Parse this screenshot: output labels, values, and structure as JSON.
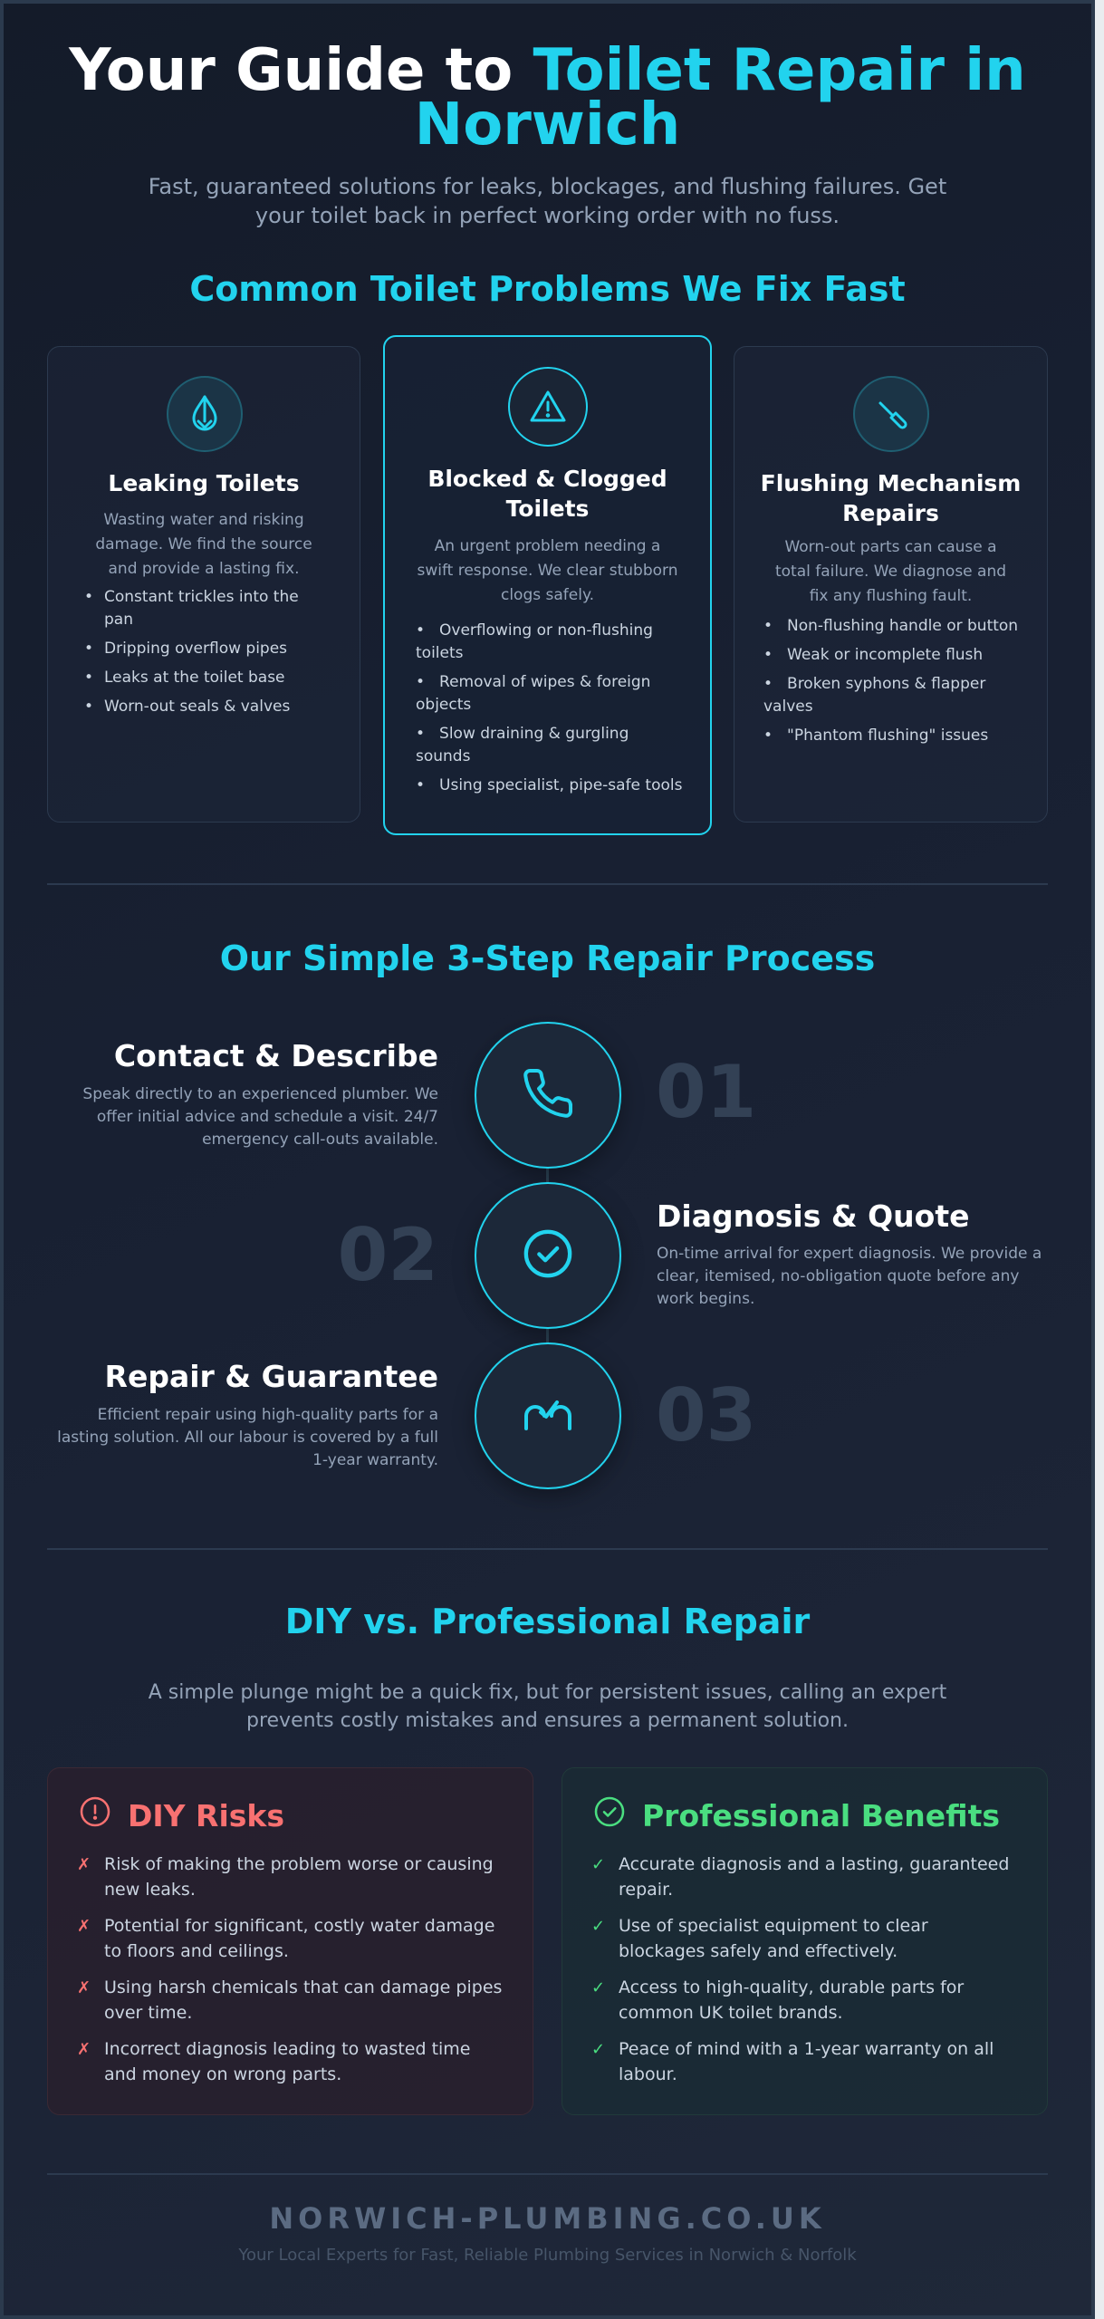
{
  "header": {
    "title_plain": "Your Guide to",
    "title_accent": "Toilet Repair in Norwich",
    "subtitle": "Fast, guaranteed solutions for leaks, blockages, and flushing failures. Get your toilet back in perfect working order with no fuss."
  },
  "problems": {
    "section_title": "Common Toilet Problems We Fix Fast",
    "cards": [
      {
        "icon": "droplet-icon",
        "title": "Leaking Toilets",
        "description": "Wasting water and risking damage. We find the source and provide a lasting fix.",
        "items": [
          "Constant trickles into the pan",
          "Dripping overflow pipes",
          "Leaks at the toilet base",
          "Worn-out seals & valves"
        ]
      },
      {
        "icon": "warning-icon",
        "title": "Blocked & Clogged Toilets",
        "description": "An urgent problem needing a swift response. We clear stubborn clogs safely.",
        "items": [
          "Overflowing or non-flushing toilets",
          "Removal of wipes & foreign objects",
          "Slow draining & gurgling sounds",
          "Using specialist, pipe-safe tools"
        ]
      },
      {
        "icon": "wrench-icon",
        "title": "Flushing Mechanism Repairs",
        "description": "Worn-out parts can cause a total failure. We diagnose and fix any flushing fault.",
        "items": [
          "Non-flushing handle or button",
          "Weak or incomplete flush",
          "Broken syphons & flapper valves",
          "\"Phantom flushing\" issues"
        ]
      }
    ]
  },
  "process": {
    "section_title": "Our Simple 3-Step Repair Process",
    "steps": [
      {
        "number": "01",
        "title": "Contact & Describe",
        "icon": "phone-icon",
        "description": "Speak directly to an experienced plumber. We offer initial advice and schedule a visit. 24/7 emergency call-outs available."
      },
      {
        "number": "02",
        "title": "Diagnosis & Quote",
        "icon": "check-circle-icon",
        "description": "On-time arrival for expert diagnosis. We provide a clear, itemised, no-obligation quote before any work begins."
      },
      {
        "number": "03",
        "title": "Repair & Guarantee",
        "icon": "repair-guarantee-icon",
        "description": "Efficient repair using high-quality parts for a lasting solution. All our labour is covered by a full 1-year warranty."
      }
    ]
  },
  "comparison": {
    "section_title": "DIY vs. Professional Repair",
    "intro": "A simple plunge might be a quick fix, but for persistent issues, calling an expert prevents costly mistakes and ensures a permanent solution.",
    "diy": {
      "title": "DIY Risks",
      "icon": "alert-circle-icon",
      "mark": "✗",
      "color": "#f87171",
      "items": [
        "Risk of making the problem worse or causing new leaks.",
        "Potential for significant, costly water damage to floors and ceilings.",
        "Using harsh chemicals that can damage pipes over time.",
        "Incorrect diagnosis leading to wasted time and money on wrong parts."
      ]
    },
    "pro": {
      "title": "Professional Benefits",
      "icon": "check-circle-icon",
      "mark": "✓",
      "color": "#4ade80",
      "items": [
        "Accurate diagnosis and a lasting, guaranteed repair.",
        "Use of specialist equipment to clear blockages safely and effectively.",
        "Access to high-quality, durable parts for common UK toilet brands.",
        "Peace of mind with a 1-year warranty on all labour."
      ]
    }
  },
  "footer": {
    "brand": "NORWICH-PLUMBING.CO.UK",
    "tagline": "Your Local Experts for Fast, Reliable Plumbing Services in Norwich & Norfolk"
  },
  "colors": {
    "accent": "#22d3ee",
    "risk": "#f87171",
    "benefit": "#4ade80",
    "background": "#182032"
  }
}
